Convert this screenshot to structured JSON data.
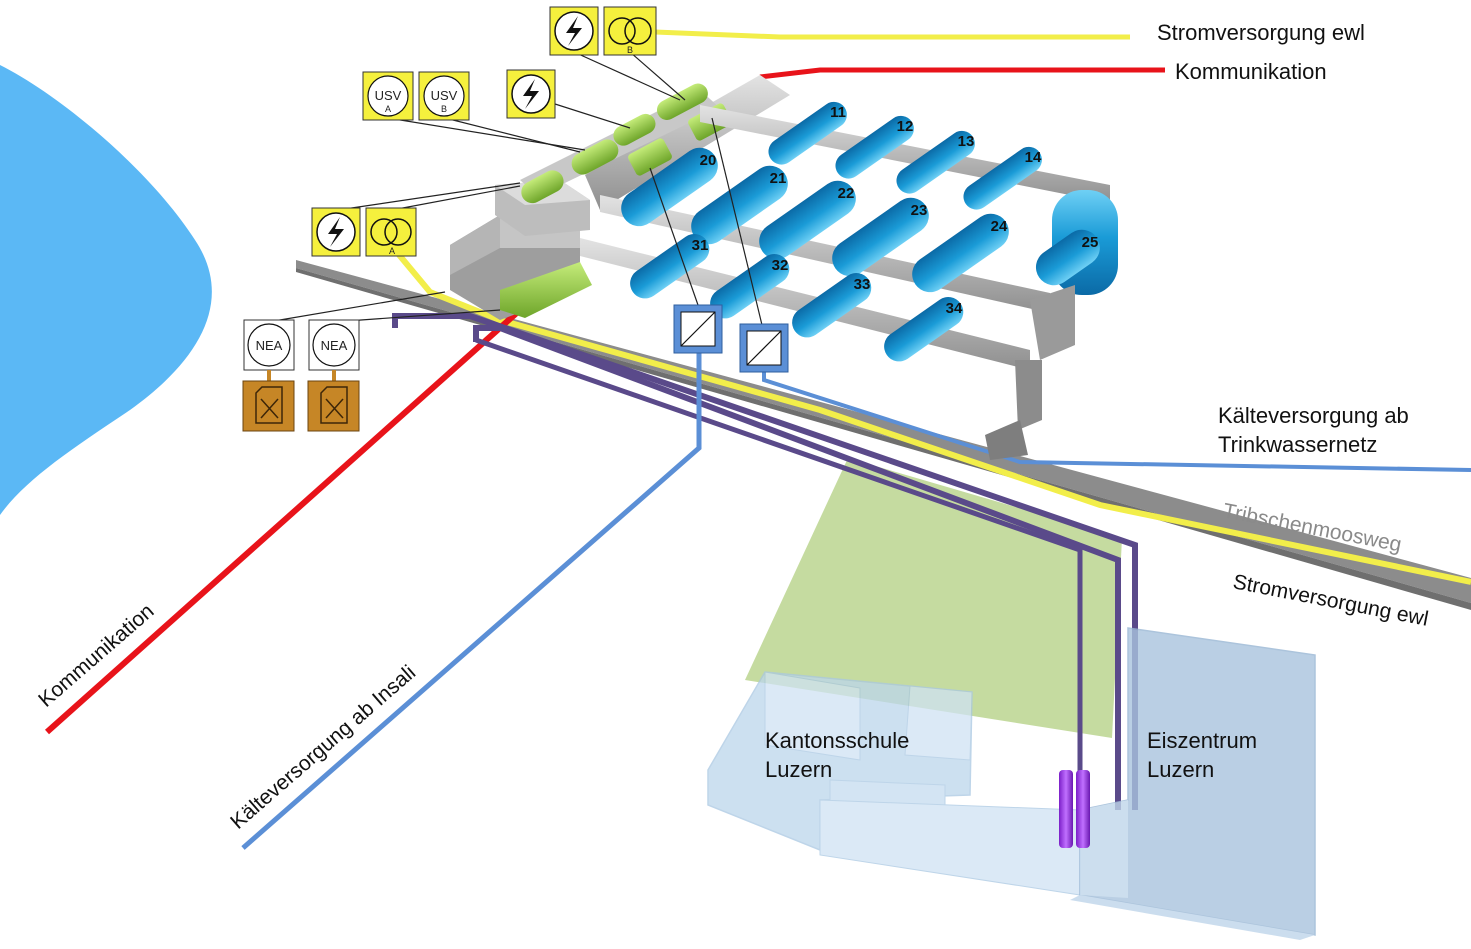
{
  "labels": {
    "strom_top": "Stromversorgung ewl",
    "komm_top": "Kommunikation",
    "kalte_trink_1": "Kälteversorgung ab",
    "kalte_trink_2": "Trinkwassernetz",
    "weg": "Tribschenmoosweg",
    "strom_right": "Stromversorgung ewl",
    "komm_left": "Kommunikation",
    "kalte_insali": "Kälteversorgung ab Insali",
    "kanti_1": "Kantonsschule",
    "kanti_2": "Luzern",
    "eis_1": "Eiszentrum",
    "eis_2": "Luzern"
  },
  "symbols": {
    "usv_a": "USV",
    "usv_a_sub": "A",
    "usv_b": "USV",
    "usv_b_sub": "B",
    "trafo_a_sub": "A",
    "trafo_b_sub": "B",
    "nea_1": "NEA",
    "nea_2": "NEA"
  },
  "racks": {
    "row1": [
      "11",
      "12",
      "13",
      "14"
    ],
    "row2": [
      "20",
      "21",
      "22",
      "23",
      "24",
      "25"
    ],
    "row3": [
      "31",
      "32",
      "33",
      "34"
    ]
  },
  "colors": {
    "lake": "#5bb8f5",
    "power": "#f2ee4a",
    "communication": "#e8131a",
    "cooling": "#5b8fd6",
    "district": "#5a4a8a",
    "pipe_gray": "#b8b8b8",
    "rack_blue": "#1a9bd7",
    "green": "#8dc63f",
    "fuel": "#c68626",
    "field": "#c5dba0",
    "building": "#bcd6ec",
    "purple_shaft": "#9b30e0"
  }
}
